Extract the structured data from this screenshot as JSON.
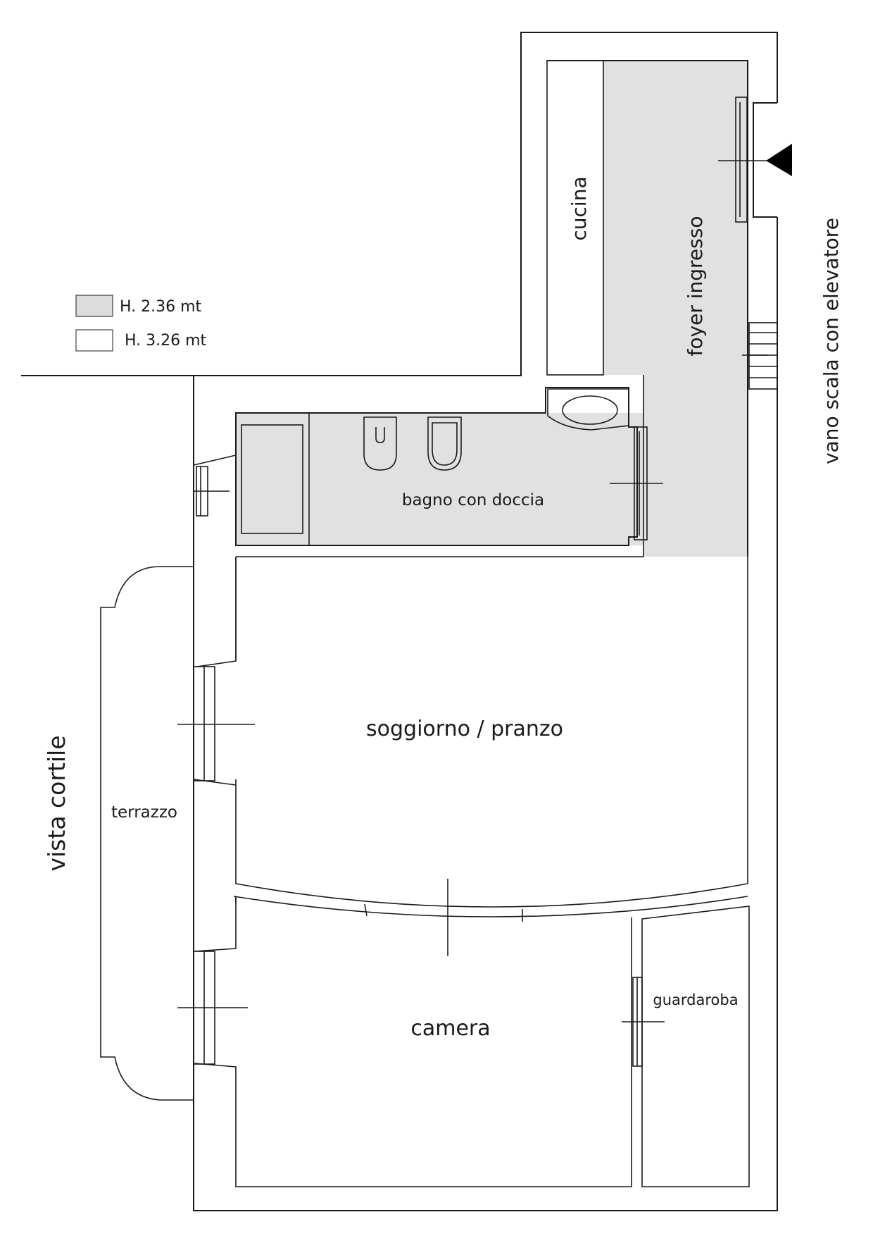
{
  "legend": {
    "items": [
      {
        "label": "H. 2.36 mt",
        "color": "#dcdcdc"
      },
      {
        "label": "H. 3.26 mt",
        "color": "#ffffff"
      }
    ]
  },
  "rooms": {
    "cucina": "cucina",
    "foyer": "foyer ingresso",
    "bagno": "bagno con doccia",
    "soggiorno": "soggiorno / pranzo",
    "terrazzo": "terrazzo",
    "camera": "camera",
    "guardaroba": "guardaroba"
  },
  "outside": {
    "vista": "vista cortile",
    "vano": "vano scala con elevatore"
  },
  "icons": {
    "entrance": "entrance-arrow-icon"
  },
  "colors": {
    "low_ceiling": "#e1e1e1",
    "wall": "#1a1a1a"
  }
}
